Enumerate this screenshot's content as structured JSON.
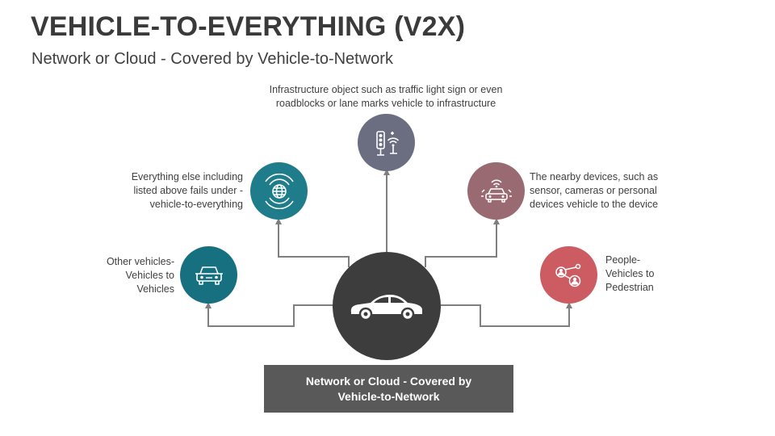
{
  "header": {
    "title": "VEHICLE-TO-EVERYTHING (V2X)",
    "subtitle": "Network or Cloud - Covered by Vehicle-to-Network"
  },
  "colors": {
    "center": "#3d3d3d",
    "teal_dark": "#16707f",
    "teal_light": "#1f7d8b",
    "slate": "#6a6e80",
    "mauve": "#9a6a73",
    "coral": "#cc5b62",
    "connector": "#7f7f7f",
    "box": "#595959"
  },
  "nodes": {
    "center": {
      "icon": "car-icon"
    },
    "vehicles": {
      "icon": "car-front-icon",
      "lines": [
        "Other vehicles-",
        "Vehicles to",
        "Vehicles"
      ]
    },
    "everything": {
      "icon": "globe-signal-icon",
      "lines": [
        "Everything else including",
        "listed above fails under -",
        "vehicle-to-everything"
      ]
    },
    "infrastructure": {
      "icon": "traffic-light-icon",
      "lines": [
        "Infrastructure object such as traffic light sign or even",
        "roadblocks or lane marks vehicle to infrastructure"
      ]
    },
    "devices": {
      "icon": "connected-car-icon",
      "lines": [
        "The nearby devices, such as",
        "sensor, cameras or personal",
        "devices vehicle to the device"
      ]
    },
    "pedestrian": {
      "icon": "people-network-icon",
      "lines": [
        "People-",
        "Vehicles to",
        "Pedestrian"
      ]
    }
  },
  "network_box": {
    "lines": [
      "Network or Cloud - Covered by",
      "Vehicle-to-Network"
    ]
  }
}
